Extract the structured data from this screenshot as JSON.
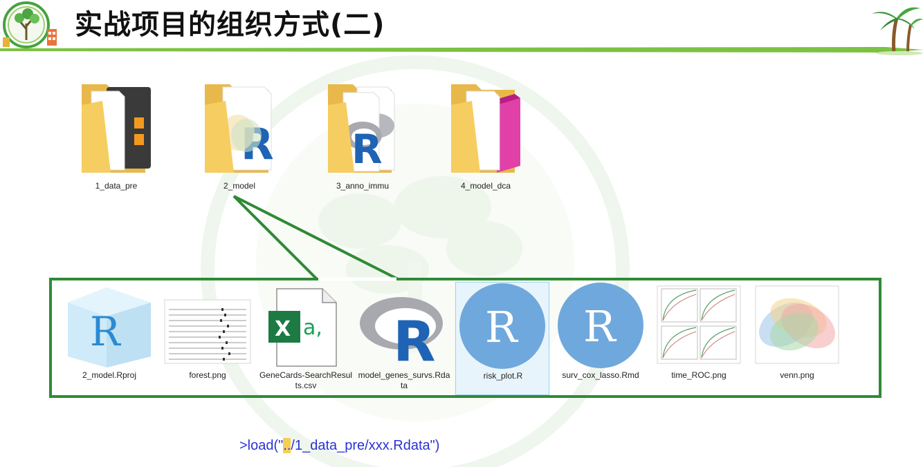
{
  "slide": {
    "title": "实战项目的组织方式(二)"
  },
  "folders": [
    {
      "name": "1_data_pre",
      "icon": "folder-rstudio-icon"
    },
    {
      "name": "2_model",
      "icon": "folder-r-icon"
    },
    {
      "name": "3_anno_immu",
      "icon": "folder-r-icon"
    },
    {
      "name": "4_model_dca",
      "icon": "folder-pink-icon"
    }
  ],
  "files": [
    {
      "name": "2_model.Rproj",
      "icon": "rproj-icon"
    },
    {
      "name": "forest.png",
      "icon": "forest-plot-thumbnail"
    },
    {
      "name": "GeneCards-SearchResults.csv",
      "icon": "excel-csv-icon"
    },
    {
      "name": "model_genes_survs.Rdata",
      "icon": "r-logo-icon"
    },
    {
      "name": "risk_plot.R",
      "icon": "r-script-icon",
      "selected": true
    },
    {
      "name": "surv_cox_lasso.Rmd",
      "icon": "r-script-icon"
    },
    {
      "name": "time_ROC.png",
      "icon": "roc-thumbnail"
    },
    {
      "name": "venn.png",
      "icon": "venn-thumbnail"
    }
  ],
  "code": {
    "prefix": ">load(\"",
    "highlight": "..",
    "suffix": "/1_data_pre/xxx.Rdata\")"
  },
  "colors": {
    "accent_green": "#2f8a36",
    "title_rule_green": "#7cc242",
    "folder_yellow": "#f6cd60",
    "r_blue": "#276dc3",
    "code_blue": "#2a32d6",
    "highlight": "#f4cf55"
  }
}
